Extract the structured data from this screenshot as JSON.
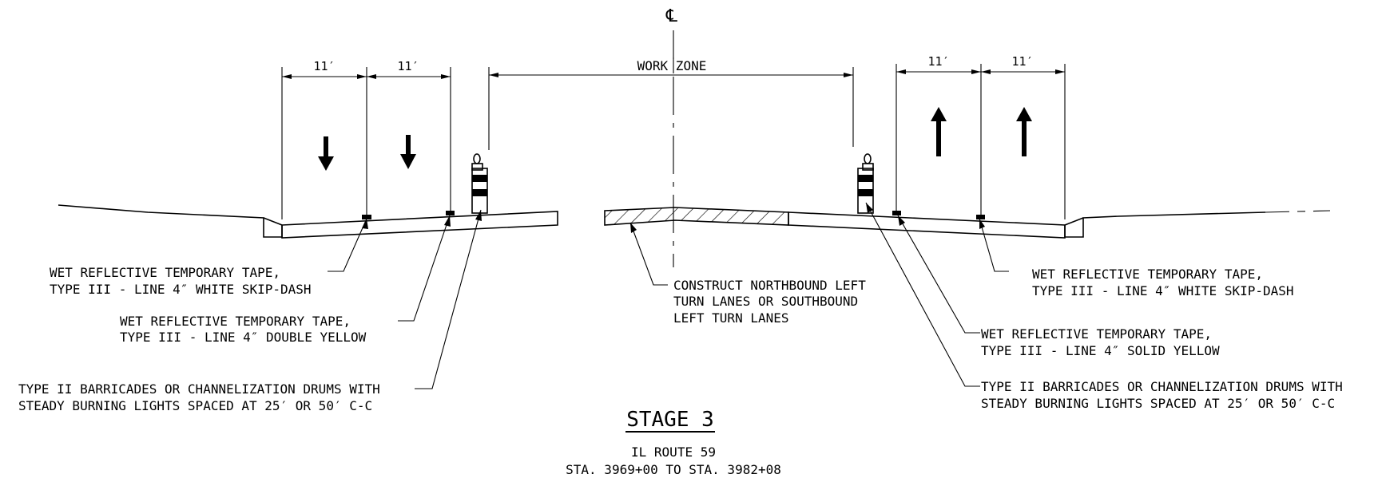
{
  "centerline_symbol": "℄",
  "dimensions": {
    "lane_width_label": "11′",
    "work_zone_label": "WORK ZONE"
  },
  "callouts": {
    "left_skip_dash": [
      "WET REFLECTIVE TEMPORARY TAPE,",
      "TYPE III - LINE 4″ WHITE SKIP-DASH"
    ],
    "left_double_yellow": [
      "WET REFLECTIVE TEMPORARY TAPE,",
      "TYPE III - LINE  4″ DOUBLE YELLOW"
    ],
    "left_barricades": [
      "TYPE II BARRICADES OR CHANNELIZATION DRUMS WITH",
      "STEADY BURNING LIGHTS SPACED AT 25′ OR 50′ C-C"
    ],
    "construct": [
      "CONSTRUCT NORTHBOUND LEFT",
      "TURN LANES OR SOUTHBOUND",
      "LEFT TURN LANES"
    ],
    "right_skip_dash": [
      "WET REFLECTIVE TEMPORARY TAPE,",
      "TYPE III - LINE 4″ WHITE SKIP-DASH"
    ],
    "right_solid_yellow": [
      "WET REFLECTIVE TEMPORARY TAPE,",
      "TYPE III - LINE 4″ SOLID YELLOW"
    ],
    "right_barricades": [
      "TYPE II BARRICADES OR CHANNELIZATION DRUMS WITH",
      "STEADY BURNING LIGHTS SPACED AT 25′ OR 50′ C-C"
    ]
  },
  "title_block": {
    "stage": "STAGE 3",
    "route": "IL ROUTE 59",
    "stations": "STA. 3969+00 TO STA. 3982+08"
  }
}
